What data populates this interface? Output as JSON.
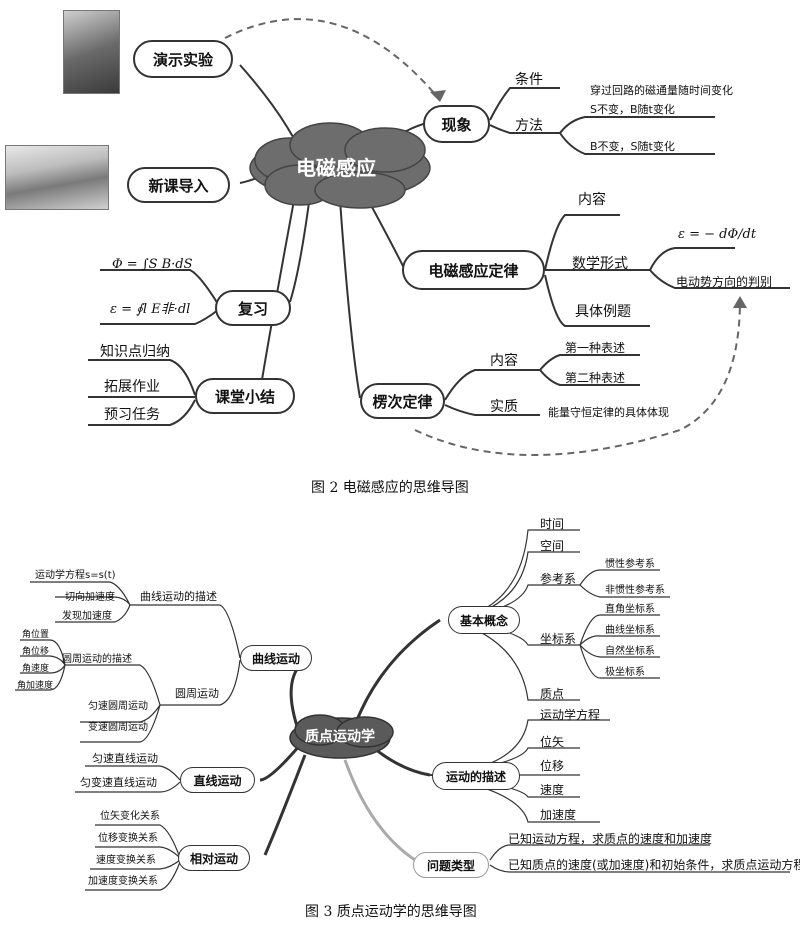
{
  "fig2": {
    "center": "电磁感应",
    "demo": "演示实验",
    "phenomenon": "现象",
    "condition_label": "条件",
    "condition_text": "穿过回路的磁通量随时间变化",
    "method_label": "方法",
    "method_1": "S不变，B随t变化",
    "method_2": "B不变，S随t变化",
    "intro": "新课导入",
    "law": "电磁感应定律",
    "content": "内容",
    "math_form": "数学形式",
    "formula_emf": "ε = − dΦ/dt",
    "direction": "电动势方向的判别",
    "example": "具体例题",
    "review": "复习",
    "formula_flux": "Φ = ∫S B·dS",
    "formula_eps": "ε = ∮l E非·dl",
    "summary": "课堂小结",
    "summary_items": [
      "知识点归纳",
      "拓展作业",
      "预习任务"
    ],
    "lenz": "楞次定律",
    "lenz_content": "内容",
    "lenz_content_1": "第一种表述",
    "lenz_content_2": "第二种表述",
    "lenz_essence": "实质",
    "lenz_essence_text": "能量守恒定律的具体体现",
    "caption": "图 2  电磁感应的思维导图"
  },
  "fig3": {
    "center": "质点运动学",
    "basic": "基本概念",
    "basic_items": [
      "时间",
      "空间",
      "参考系",
      "坐标系",
      "质点"
    ],
    "frames": [
      "惯性参考系",
      "非惯性参考系"
    ],
    "coords": [
      "直角坐标系",
      "曲线坐标系",
      "自然坐标系",
      "极坐标系"
    ],
    "motion_desc": "运动的描述",
    "motion_items": [
      "运动学方程",
      "位矢",
      "位移",
      "速度",
      "加速度"
    ],
    "problems": "问题类型",
    "problem_items": [
      "已知运动方程，求质点的速度和加速度",
      "已知质点的速度(或加速度)和初始条件，求质点运动方程"
    ],
    "curve": "曲线运动",
    "curve_desc": "曲线运动的描述",
    "curve_desc_items": [
      "运动学方程s=s(t)",
      "切向加速度",
      "发现加速度"
    ],
    "circle": "圆周运动",
    "circle_desc": "圆周运动的描述",
    "circle_desc_items": [
      "角位置",
      "角位移",
      "角速度",
      "角加速度"
    ],
    "circle_items": [
      "匀速圆周运动",
      "变速圆周运动"
    ],
    "linear": "直线运动",
    "linear_items": [
      "匀速直线运动",
      "匀变速直线运动"
    ],
    "relative": "相对运动",
    "relative_items": [
      "位矢变化关系",
      "位移变换关系",
      "速度变换关系",
      "加速度变换关系"
    ],
    "caption": "图 3  质点运动学的思维导图"
  }
}
